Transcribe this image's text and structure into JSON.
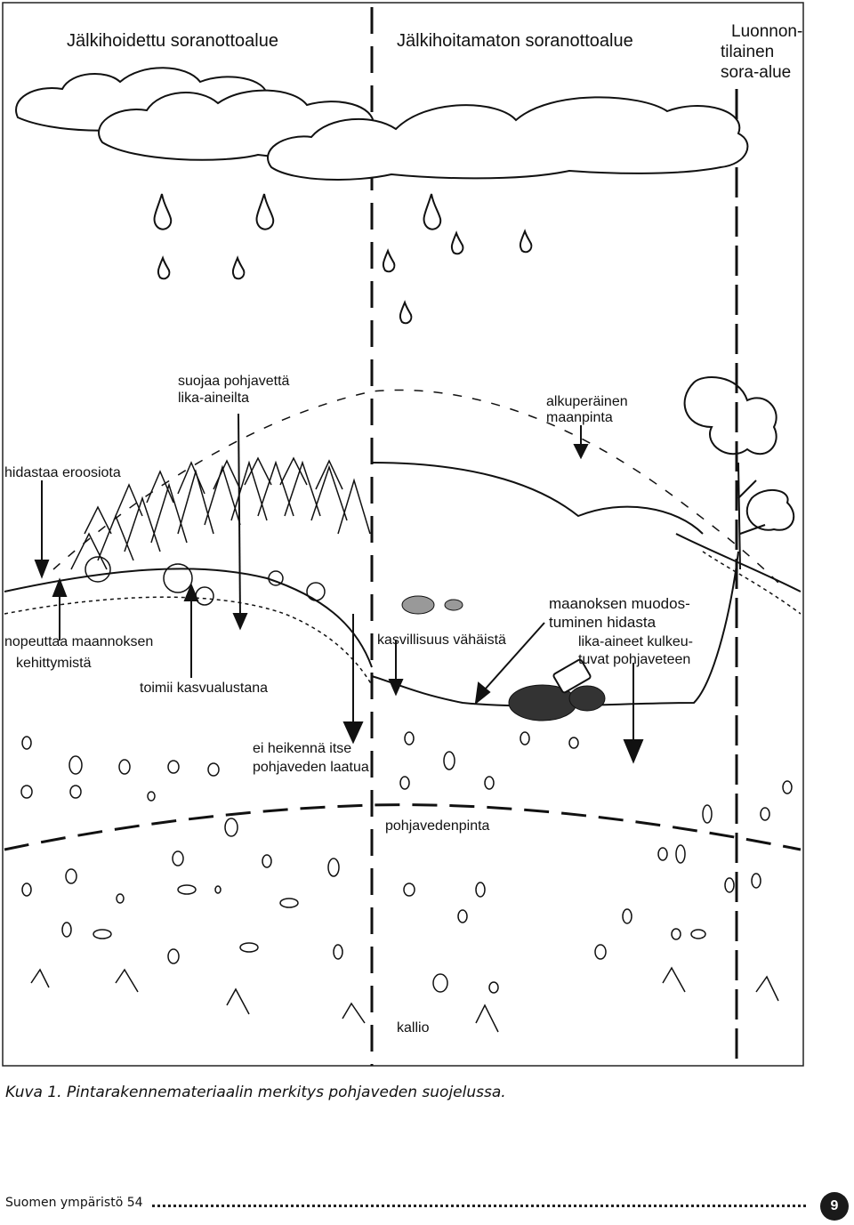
{
  "figure": {
    "regions": {
      "left": "Jälkihoidettu soranottoalue",
      "middle": "Jälkihoitamaton soranottoalue",
      "right_line1": "Luonnon-",
      "right_line2": "tilainen",
      "right_line3": "sora-alue"
    },
    "labels": {
      "suojaa_1": "suojaa pohjavettä",
      "suojaa_2": "lika-aineilta",
      "alkuperainen_1": "alkuperäinen",
      "alkuperainen_2": "maanpinta",
      "hidastaa": "hidastaa eroosiota",
      "nopeuttaa_1": "nopeuttaa  maannoksen",
      "nopeuttaa_2": "kehittymistä",
      "toimii": "toimii kasvualustana",
      "ei_heikenna_1": "ei heikennä itse",
      "ei_heikenna_2": "pohjaveden laatua",
      "kasvillisuus": "kasvillisuus vähäistä",
      "maanoksen_1": "maanoksen muodos-",
      "maanoksen_2": "tuminen hidasta",
      "lika_1": "lika-aineet kulkeu-",
      "lika_2": "tuvat pohjaveteen",
      "pohjavedenpinta": "pohjavedenpinta",
      "kallio": "kallio"
    }
  },
  "caption": "Kuva 1. Pintarakennemateriaalin merkitys pohjaveden suojelussa.",
  "footer": {
    "publication": "Suomen ympäristö 54",
    "page_number": "9"
  }
}
